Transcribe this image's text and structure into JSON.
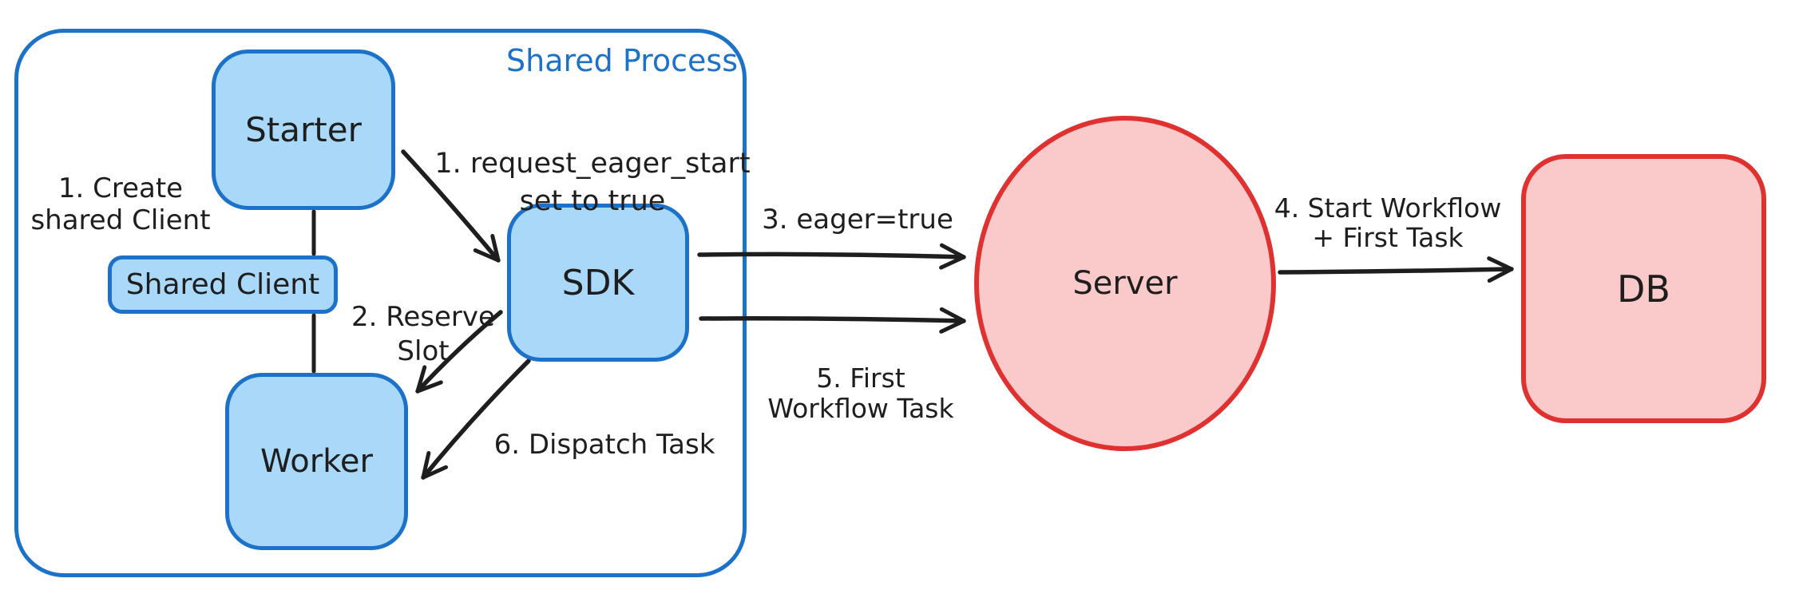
{
  "diagram": {
    "container": {
      "label": "Shared Process"
    },
    "nodes": {
      "starter": {
        "label": "Starter"
      },
      "shared_client": {
        "label": "Shared Client"
      },
      "worker": {
        "label": "Worker"
      },
      "sdk": {
        "label": "SDK"
      },
      "server": {
        "label": "Server"
      },
      "db": {
        "label": "DB"
      }
    },
    "edge_labels": {
      "create_shared_client": {
        "line1": "1. Create",
        "line2": "shared Client"
      },
      "request_eager_start": {
        "line1": "1. request_eager_start",
        "line2": "set to true"
      },
      "reserve_slot": {
        "line1": "2. Reserve",
        "line2": "Slot"
      },
      "eager_true": {
        "line1": "3. eager=true"
      },
      "start_workflow": {
        "line1": "4. Start Workflow",
        "line2": "+ First Task"
      },
      "first_workflow_task": {
        "line1": "5. First",
        "line2": "Workflow Task"
      },
      "dispatch_task": {
        "line1": "6. Dispatch Task"
      }
    },
    "colors": {
      "blue_stroke": "#1b72c8",
      "blue_fill": "#a9d8f8",
      "red_stroke": "#e03131",
      "red_fill": "#fac9c9",
      "arrow": "#1e1e1e",
      "text": "#1e1e1e",
      "background": "#ffffff"
    }
  }
}
